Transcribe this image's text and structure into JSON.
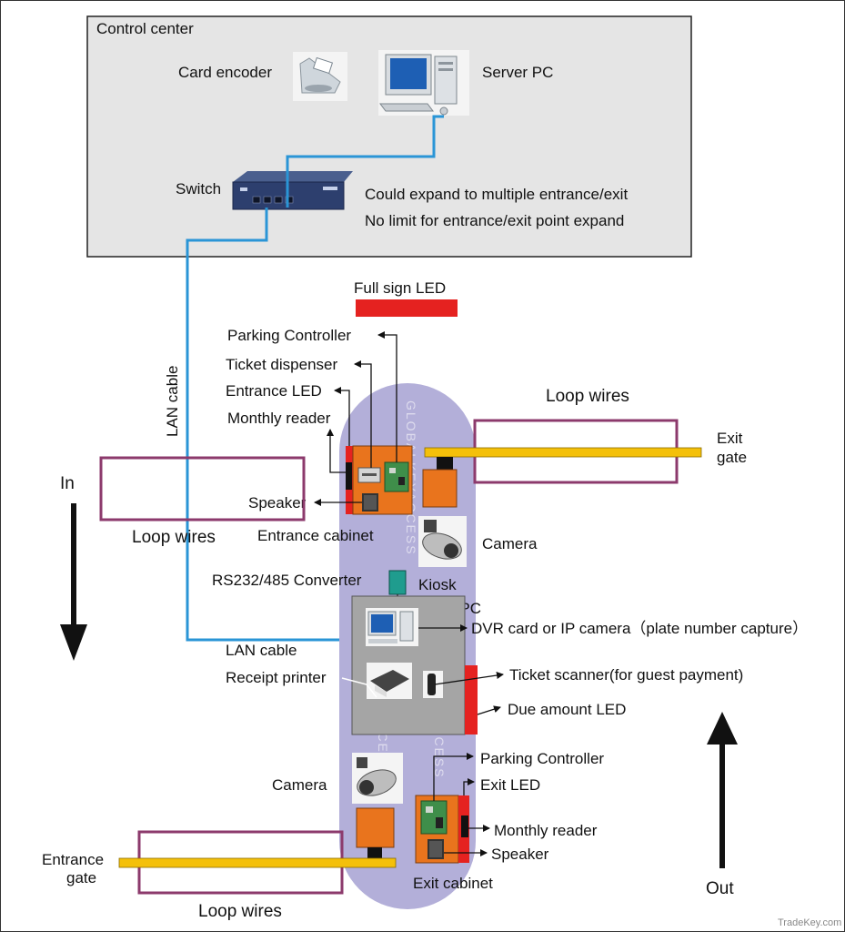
{
  "control_center": {
    "title": "Control center",
    "card_encoder": "Card encoder",
    "server_pc": "Server PC",
    "switch": "Switch",
    "expand_note_1": "Could expand to multiple entrance/exit",
    "expand_note_2": "No limit for entrance/exit point expand"
  },
  "full_sign_led": "Full sign LED",
  "lan_cable_vertical": "LAN cable",
  "lan_cable_bottom": "LAN cable",
  "entrance": {
    "parking_controller": "Parking Controller",
    "ticket_dispenser": "Ticket dispenser",
    "entrance_led": "Entrance LED",
    "monthly_reader": "Monthly reader",
    "speaker": "Speaker",
    "cabinet": "Entrance cabinet",
    "loop_wires": "Loop wires",
    "in_label": "In"
  },
  "exit_top": {
    "loop_wires": "Loop wires",
    "exit_gate": "Exit gate",
    "camera": "Camera"
  },
  "kiosk": {
    "converter": "RS232/485 Converter",
    "kiosk": "Kiosk",
    "local_pc": "Local PC",
    "dvr_card": "DVR card  or  IP  camera（plate number capture）",
    "receipt_printer": "Receipt printer",
    "ticket_scanner": "Ticket scanner(for guest payment)",
    "due_amount_led": "Due amount LED"
  },
  "exit": {
    "parking_controller": "Parking Controller",
    "exit_led": "Exit LED",
    "camera": "Camera",
    "monthly_reader": "Monthly reader",
    "speaker": "Speaker",
    "cabinet": "Exit cabinet",
    "out_label": "Out"
  },
  "entrance_bottom": {
    "entrance_gate": "Entrance gate",
    "loop_wires": "Loop wires"
  },
  "watermark": "GLOBALKEYACCESS",
  "credit": "TradeKey.com",
  "colors": {
    "control_bg": "#e5e5e5",
    "island": "#b3afd9",
    "cabinet_orange": "#e9741d",
    "led_red": "#e52220",
    "barrier_yellow": "#f4c00a",
    "lan_blue": "#2a95d6",
    "loop_purple": "#8c3a6c"
  }
}
